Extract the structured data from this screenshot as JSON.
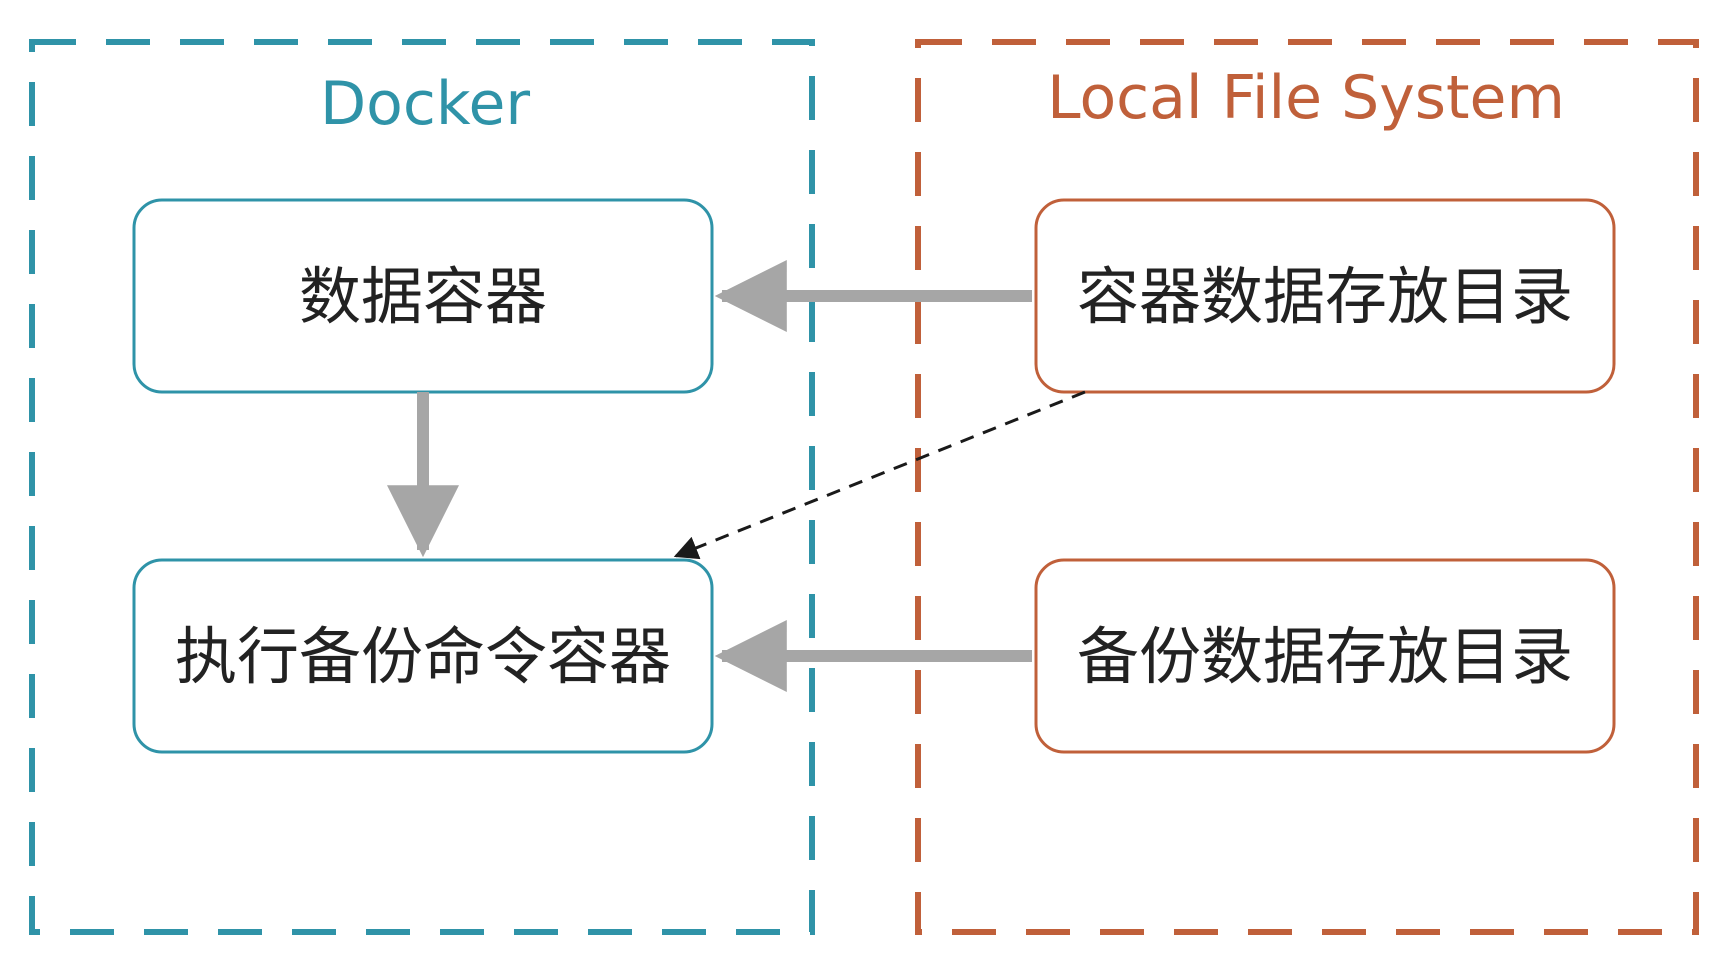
{
  "colors": {
    "docker": "#2f93a8",
    "local_fs": "#c0603a",
    "arrow_solid": "#a6a6a6",
    "arrow_dashed": "#1a1a1a",
    "text": "#222222"
  },
  "groups": {
    "docker": {
      "title": "Docker"
    },
    "local_fs": {
      "title": "Local File System"
    }
  },
  "nodes": {
    "data_container": {
      "label": "数据容器"
    },
    "backup_container": {
      "label": "执行备份命令容器"
    },
    "container_data_dir": {
      "label": "容器数据存放目录"
    },
    "backup_data_dir": {
      "label": "备份数据存放目录"
    }
  },
  "edges": [
    {
      "from": "container_data_dir",
      "to": "data_container",
      "style": "solid"
    },
    {
      "from": "data_container",
      "to": "backup_container",
      "style": "solid"
    },
    {
      "from": "container_data_dir",
      "to": "backup_container",
      "style": "dashed"
    },
    {
      "from": "backup_data_dir",
      "to": "backup_container",
      "style": "solid"
    }
  ]
}
